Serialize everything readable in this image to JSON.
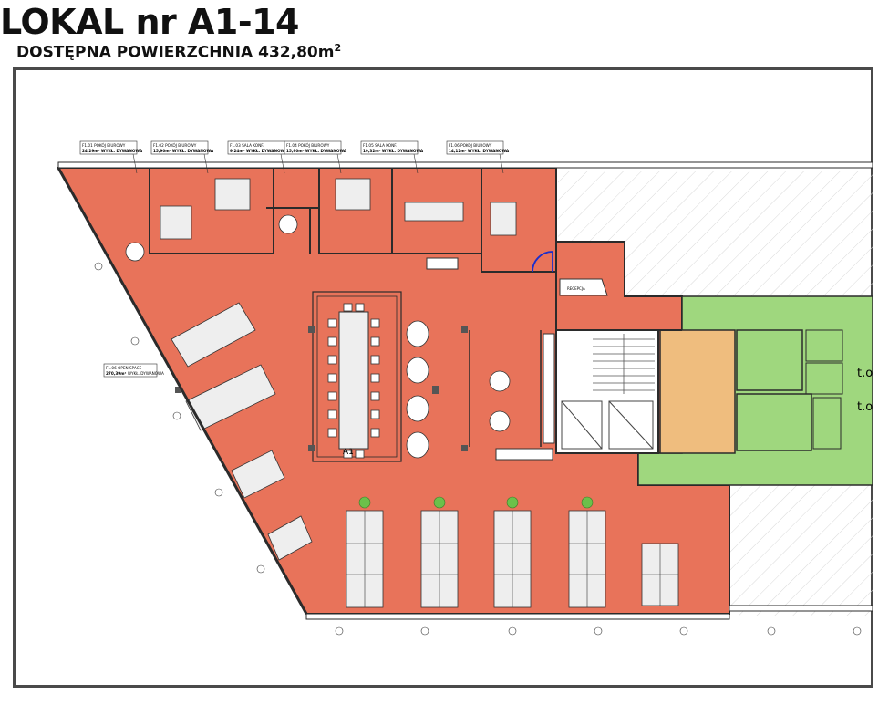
{
  "header": {
    "title": "LOKAL nr A1-14",
    "area_prefix": "DOSTĘPNA POWIERZCHNIA 432,80m",
    "area_sup": "2"
  },
  "room_labels": [
    {
      "code": "F1.01",
      "name": "POKÓJ BIUROWY",
      "area": "24,29m²",
      "finish": "WYKŁ. DYWANOWA"
    },
    {
      "code": "F1.02",
      "name": "POKÓJ BIUROWY",
      "area": "15,90m²",
      "finish": "WYKŁ. DYWANOWA"
    },
    {
      "code": "F1.03",
      "name": "SALA KONF.",
      "area": "9,24m²",
      "finish": "WYKŁ. DYWANOWA"
    },
    {
      "code": "F1.04",
      "name": "POKÓJ BIUROWY",
      "area": "15,90m²",
      "finish": "WYKŁ. DYWANOWA"
    },
    {
      "code": "F1.05",
      "name": "SALA KONF.",
      "area": "19,32m²",
      "finish": "WYKŁ. DYWANOWA"
    },
    {
      "code": "F1.06",
      "name": "POKÓJ BIUROWY",
      "area": "14,12m²",
      "finish": "WYKŁ. DYWANOWA"
    }
  ],
  "open_space": {
    "code": "F1.06",
    "name": "OPEN SPACE",
    "area": "270,39m²",
    "finish": "WYKŁ. DYWANOWA"
  },
  "plan_marks": {
    "stair_label": "A1",
    "reception": "RECEPCJA",
    "wc_1": "t.o",
    "wc_2": "t.o"
  },
  "colors": {
    "tenant_area": "#e8735a",
    "core_green": "#9fd77e",
    "lift_lobby": "#efbd7e",
    "walls": "#2b2b2b"
  }
}
